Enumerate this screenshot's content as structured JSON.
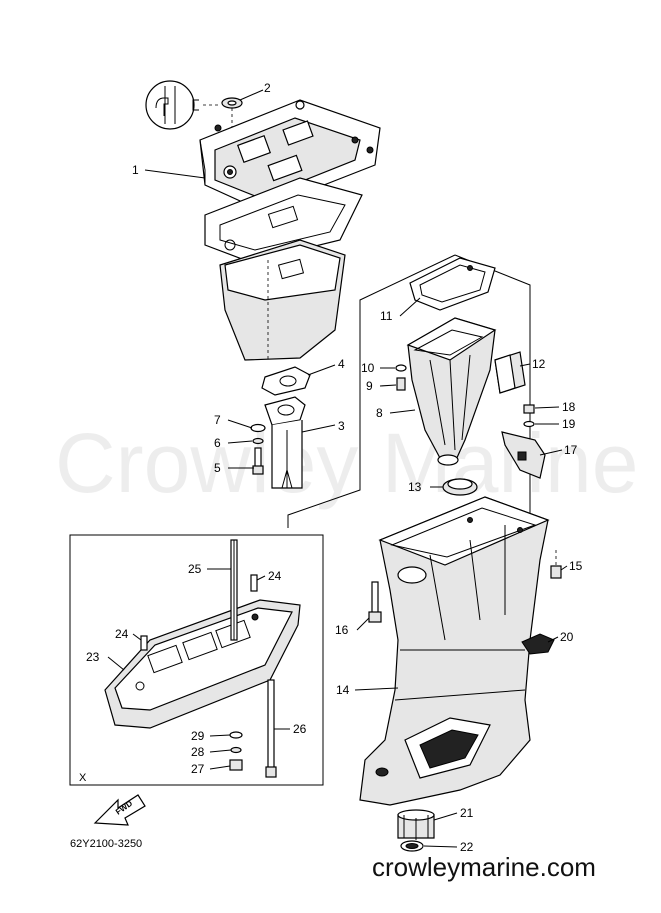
{
  "watermark": "Crowley Marine",
  "footer": {
    "website": "crowleymarine.com",
    "diagram_code": "62Y2100-3250"
  },
  "inset_label": "X",
  "fwd_label": "FWD",
  "callouts": [
    "1",
    "2",
    "3",
    "4",
    "5",
    "6",
    "7",
    "8",
    "9",
    "10",
    "11",
    "12",
    "13",
    "14",
    "15",
    "16",
    "17",
    "18",
    "19",
    "20",
    "21",
    "22",
    "23",
    "24",
    "24",
    "25",
    "26",
    "27",
    "28",
    "29"
  ]
}
